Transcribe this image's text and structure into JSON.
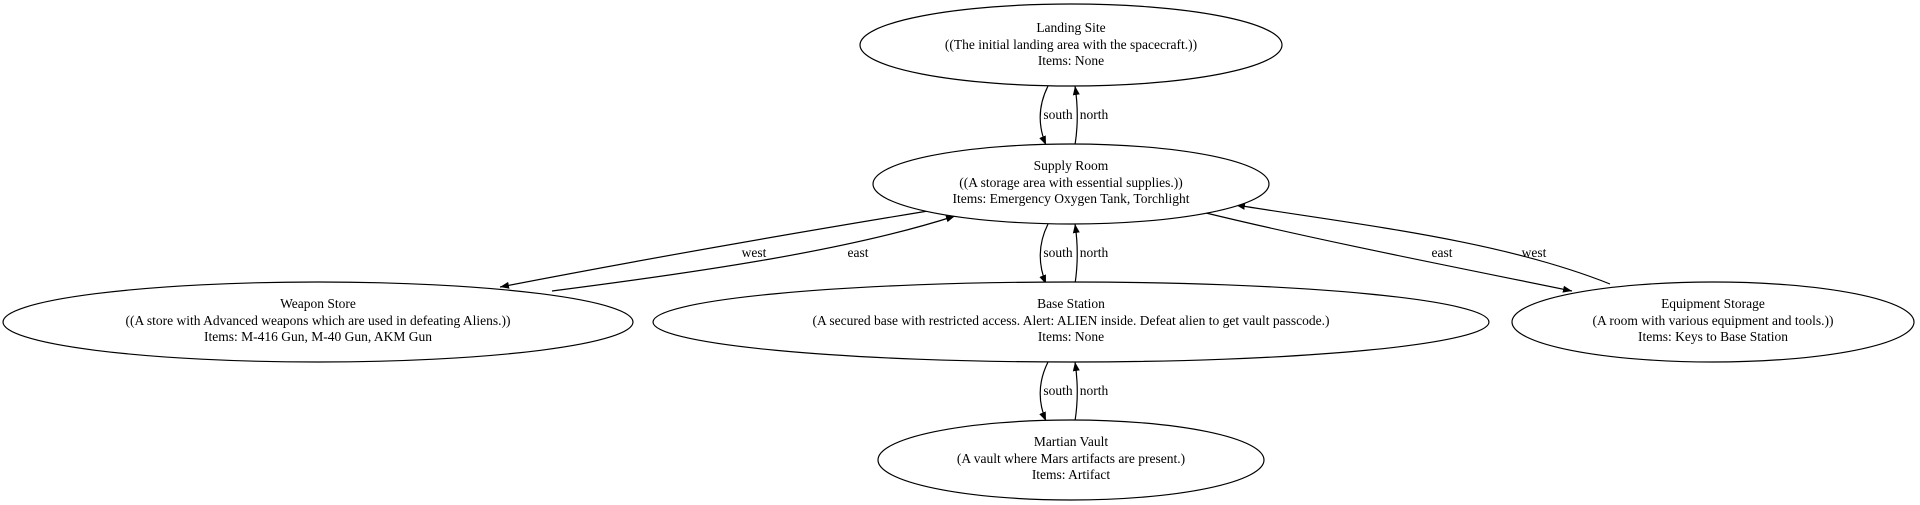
{
  "graph": {
    "nodes": {
      "landing": {
        "name": "Landing Site",
        "description": "((The initial landing area with the spacecraft.))",
        "items": "Items: None"
      },
      "supply": {
        "name": "Supply Room",
        "description": "((A storage area with essential supplies.))",
        "items": "Items: Emergency Oxygen Tank, Torchlight"
      },
      "weapon": {
        "name": "Weapon Store",
        "description": "((A store with Advanced weapons which are used in defeating Aliens.))",
        "items": "Items: M-416 Gun, M-40 Gun, AKM Gun"
      },
      "base": {
        "name": "Base Station",
        "description": "(A secured base with restricted access. Alert: ALIEN inside. Defeat alien to get vault passcode.)",
        "items": "Items: None"
      },
      "equipment": {
        "name": "Equipment Storage",
        "description": "(A room with various equipment and tools.))",
        "items": "Items: Keys to Base Station"
      },
      "vault": {
        "name": "Martian Vault",
        "description": "(A vault where Mars artifacts are present.)",
        "items": "Items: Artifact"
      }
    },
    "edges": {
      "landing_supply": "south",
      "supply_landing": "north",
      "supply_weapon": "west",
      "weapon_supply": "east",
      "supply_base": "south",
      "base_supply": "north",
      "supply_equipment": "east",
      "equipment_supply": "west",
      "base_vault": "south",
      "vault_base": "north"
    }
  }
}
